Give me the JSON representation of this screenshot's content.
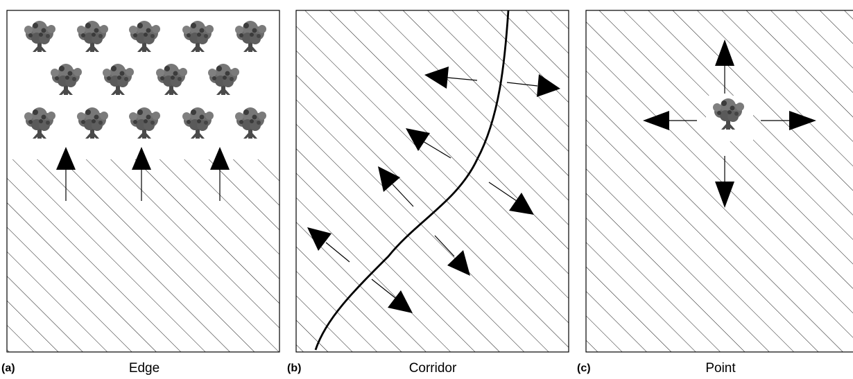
{
  "panels": [
    {
      "letter": "(a)",
      "name": "Edge"
    },
    {
      "letter": "(b)",
      "name": "Corridor"
    },
    {
      "letter": "(c)",
      "name": "Point"
    }
  ],
  "colors": {
    "hatch": "#1a1a1a",
    "tree_foliage": "#6b6b6b",
    "tree_dark": "#3c3c3c",
    "tree_trunk": "#4a4a4a",
    "arrow": "#000000"
  }
}
